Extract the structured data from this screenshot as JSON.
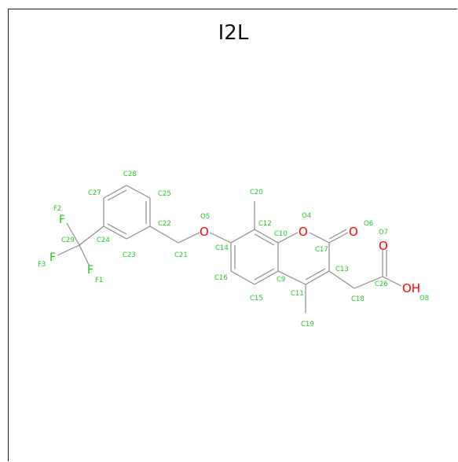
{
  "title": "I2L",
  "colors": {
    "carbon_label": "#1ec81e",
    "oxygen": "#ff0000",
    "fluorine": "#1ec81e",
    "bond": "#8c8c8c"
  },
  "element_symbols": [
    {
      "id": "F1",
      "symbol": "F"
    },
    {
      "id": "F2",
      "symbol": "F"
    },
    {
      "id": "F3",
      "symbol": "F"
    },
    {
      "id": "O4",
      "symbol": "O"
    },
    {
      "id": "O5",
      "symbol": "O"
    },
    {
      "id": "O6",
      "symbol": "O"
    },
    {
      "id": "O7",
      "symbol": "O"
    },
    {
      "id": "O8",
      "symbol": "OH"
    }
  ],
  "atom_labels": [
    "F2",
    "F3",
    "F1",
    "C29",
    "C27",
    "C28",
    "C25",
    "C22",
    "C24",
    "C23",
    "C21",
    "O5",
    "C14",
    "C16",
    "C15",
    "C20",
    "C12",
    "O4",
    "C10",
    "C9",
    "C11",
    "C19",
    "O6",
    "C17",
    "C13",
    "C18",
    "O7",
    "C26",
    "O8"
  ]
}
